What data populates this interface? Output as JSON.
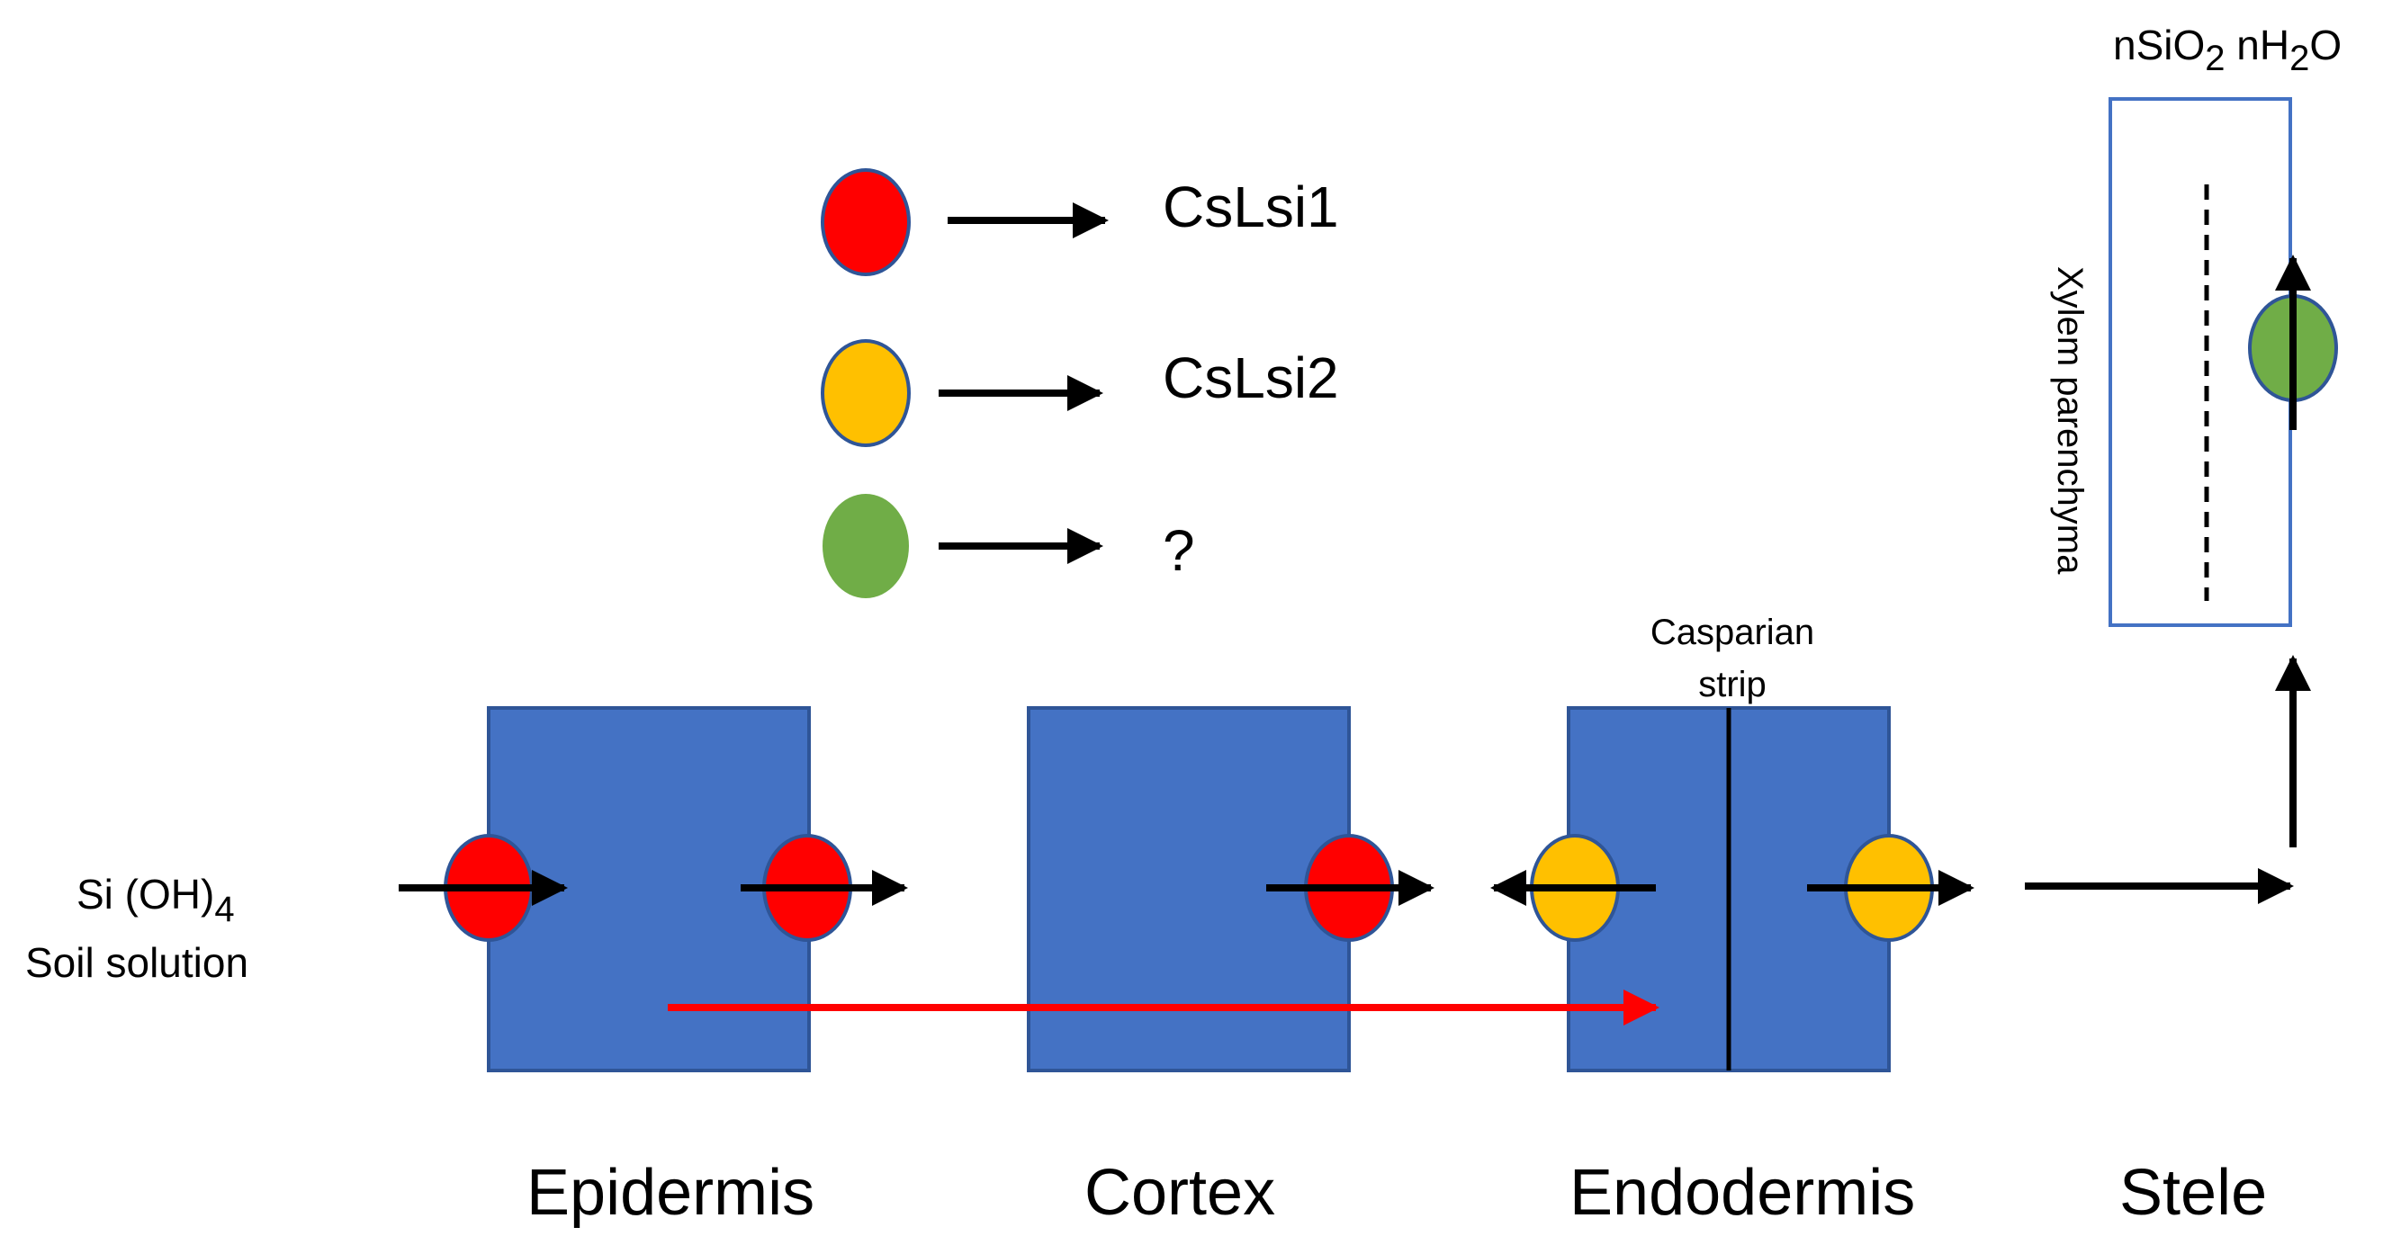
{
  "legend": {
    "items": [
      {
        "label": "CsLsi1",
        "color": "#FF0000"
      },
      {
        "label": "CsLsi2",
        "color": "#FFC000"
      },
      {
        "label": "?",
        "color": "#70AD47"
      }
    ]
  },
  "inputs": {
    "line1": "Si (OH)",
    "line1_sub": "4",
    "line2": "Soil solution"
  },
  "annotations": {
    "casparian_line1": "Casparian",
    "casparian_line2": "strip",
    "xylem_parenchyma": "Xylem parenchyma"
  },
  "output": {
    "p1": "nSiO",
    "s1": "2",
    "p2": " nH",
    "s2": "2",
    "p3": "O"
  },
  "layers": {
    "epidermis": "Epidermis",
    "cortex": "Cortex",
    "endodermis": "Endodermis",
    "stele": "Stele"
  },
  "colors": {
    "cell": "#4472C4",
    "cell_border": "#2F5597",
    "lsi1": "#FF0000",
    "lsi2": "#FFC000",
    "unknown": "#70AD47",
    "apoplastic_arrow": "#FF0000"
  }
}
